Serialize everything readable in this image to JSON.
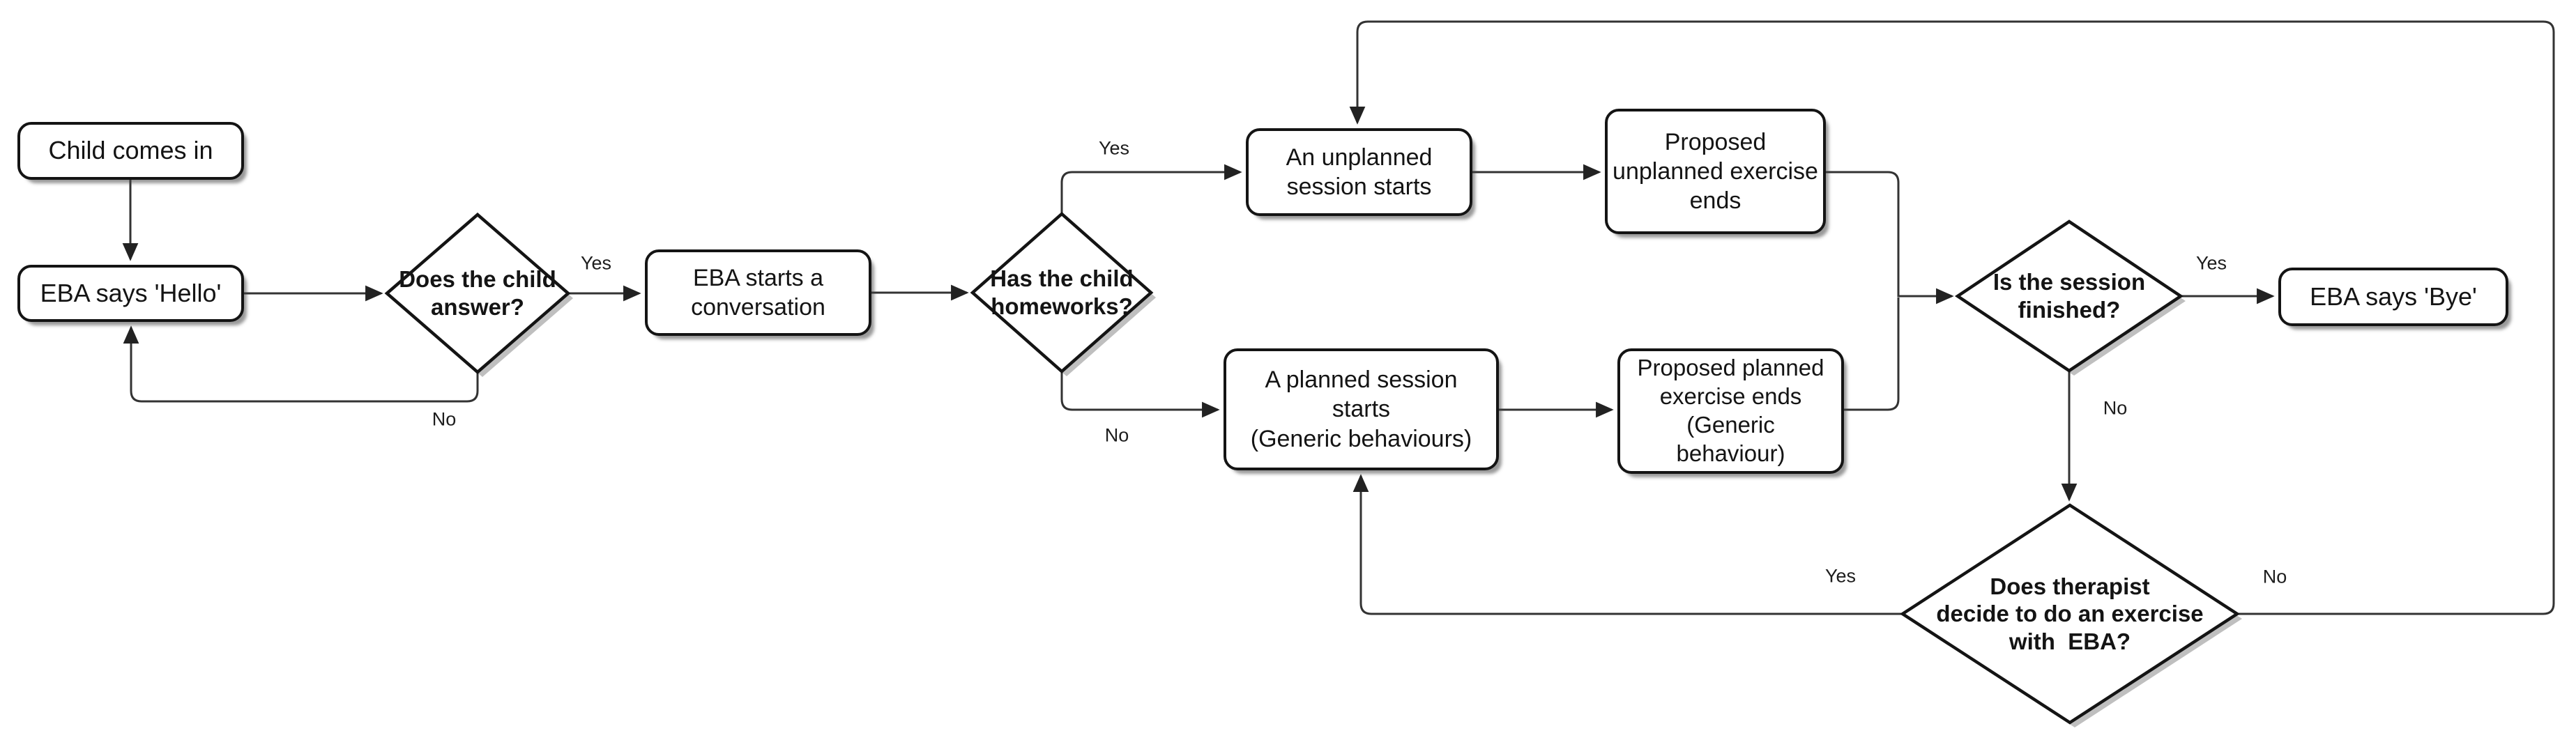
{
  "colors": {
    "background": "#ffffff",
    "stroke": "#333333",
    "node_border": "#141414",
    "node_fill": "#ffffff",
    "shadow": "#bdbdbd",
    "text": "#141414"
  },
  "nodes": {
    "child_comes_in": {
      "label": "Child comes in"
    },
    "eba_says_hello": {
      "label": "EBA says 'Hello'"
    },
    "eba_starts_conversation": {
      "label": "EBA starts a\nconversation"
    },
    "unplanned_session_starts": {
      "label": "An unplanned\nsession starts"
    },
    "proposed_unplanned_exercise_ends": {
      "label": "Proposed\nunplanned exercise\nends"
    },
    "planned_session_starts": {
      "label": "A planned session\nstarts\n(Generic behaviours)"
    },
    "proposed_planned_exercise_ends": {
      "label": "Proposed planned\nexercise ends\n(Generic\nbehaviour)"
    },
    "eba_says_bye": {
      "label": "EBA says 'Bye'"
    }
  },
  "decisions": {
    "does_child_answer": {
      "label": "Does the child\nanswer?"
    },
    "has_child_homeworks": {
      "label": "Has the child\nhomeworks?"
    },
    "is_session_finished": {
      "label": "Is the session\nfinished?"
    },
    "therapist_decides_exercise": {
      "label": "Does therapist\ndecide to do an exercise\nwith  EBA?"
    }
  },
  "edge_labels": {
    "answer_yes": "Yes",
    "answer_no": "No",
    "homeworks_yes": "Yes",
    "homeworks_no": "No",
    "finished_yes": "Yes",
    "finished_no": "No",
    "therapist_yes": "Yes",
    "therapist_no": "No"
  }
}
